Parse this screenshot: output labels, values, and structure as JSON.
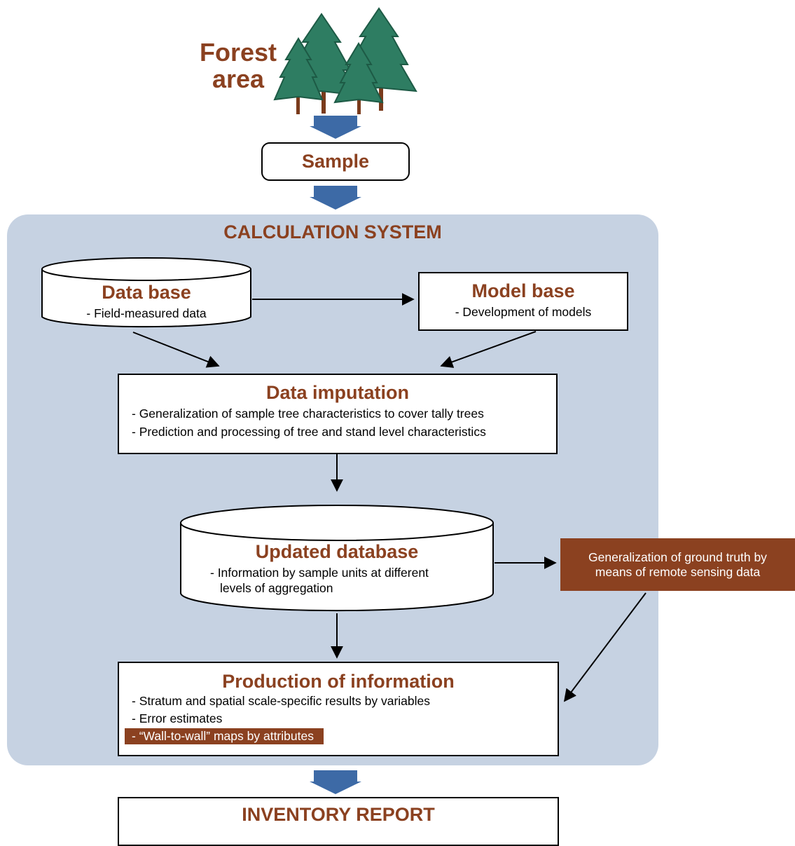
{
  "forest": {
    "title_line1": "Forest",
    "title_line2": "area"
  },
  "sample": {
    "label": "Sample"
  },
  "calc_system": {
    "title": "CALCULATION SYSTEM"
  },
  "data_base": {
    "title": "Data base",
    "item": "- Field-measured data"
  },
  "model_base": {
    "title": "Model base",
    "item": "- Development of models"
  },
  "data_imputation": {
    "title": "Data imputation",
    "items": [
      "- Generalization of sample tree characteristics to cover tally trees",
      "- Prediction and processing of  tree and stand level characteristics"
    ]
  },
  "updated_database": {
    "title": "Updated database",
    "item_line1": "- Information by sample units at different",
    "item_line2": "levels of aggregation"
  },
  "remote_sensing": {
    "line1": "Generalization of ground  truth by",
    "line2": "means of remote sensing data"
  },
  "production": {
    "title": "Production of information",
    "items": [
      "- Stratum and spatial scale-specific results by variables",
      "- Error estimates",
      "- “Wall-to-wall” maps by attributes"
    ]
  },
  "report": {
    "title": "INVENTORY REPORT"
  },
  "colors": {
    "accent_brown": "#8b4120",
    "panel_blue": "#c6d2e2",
    "arrow_blue": "#3d6aa6",
    "tree_green": "#2e7d62"
  }
}
